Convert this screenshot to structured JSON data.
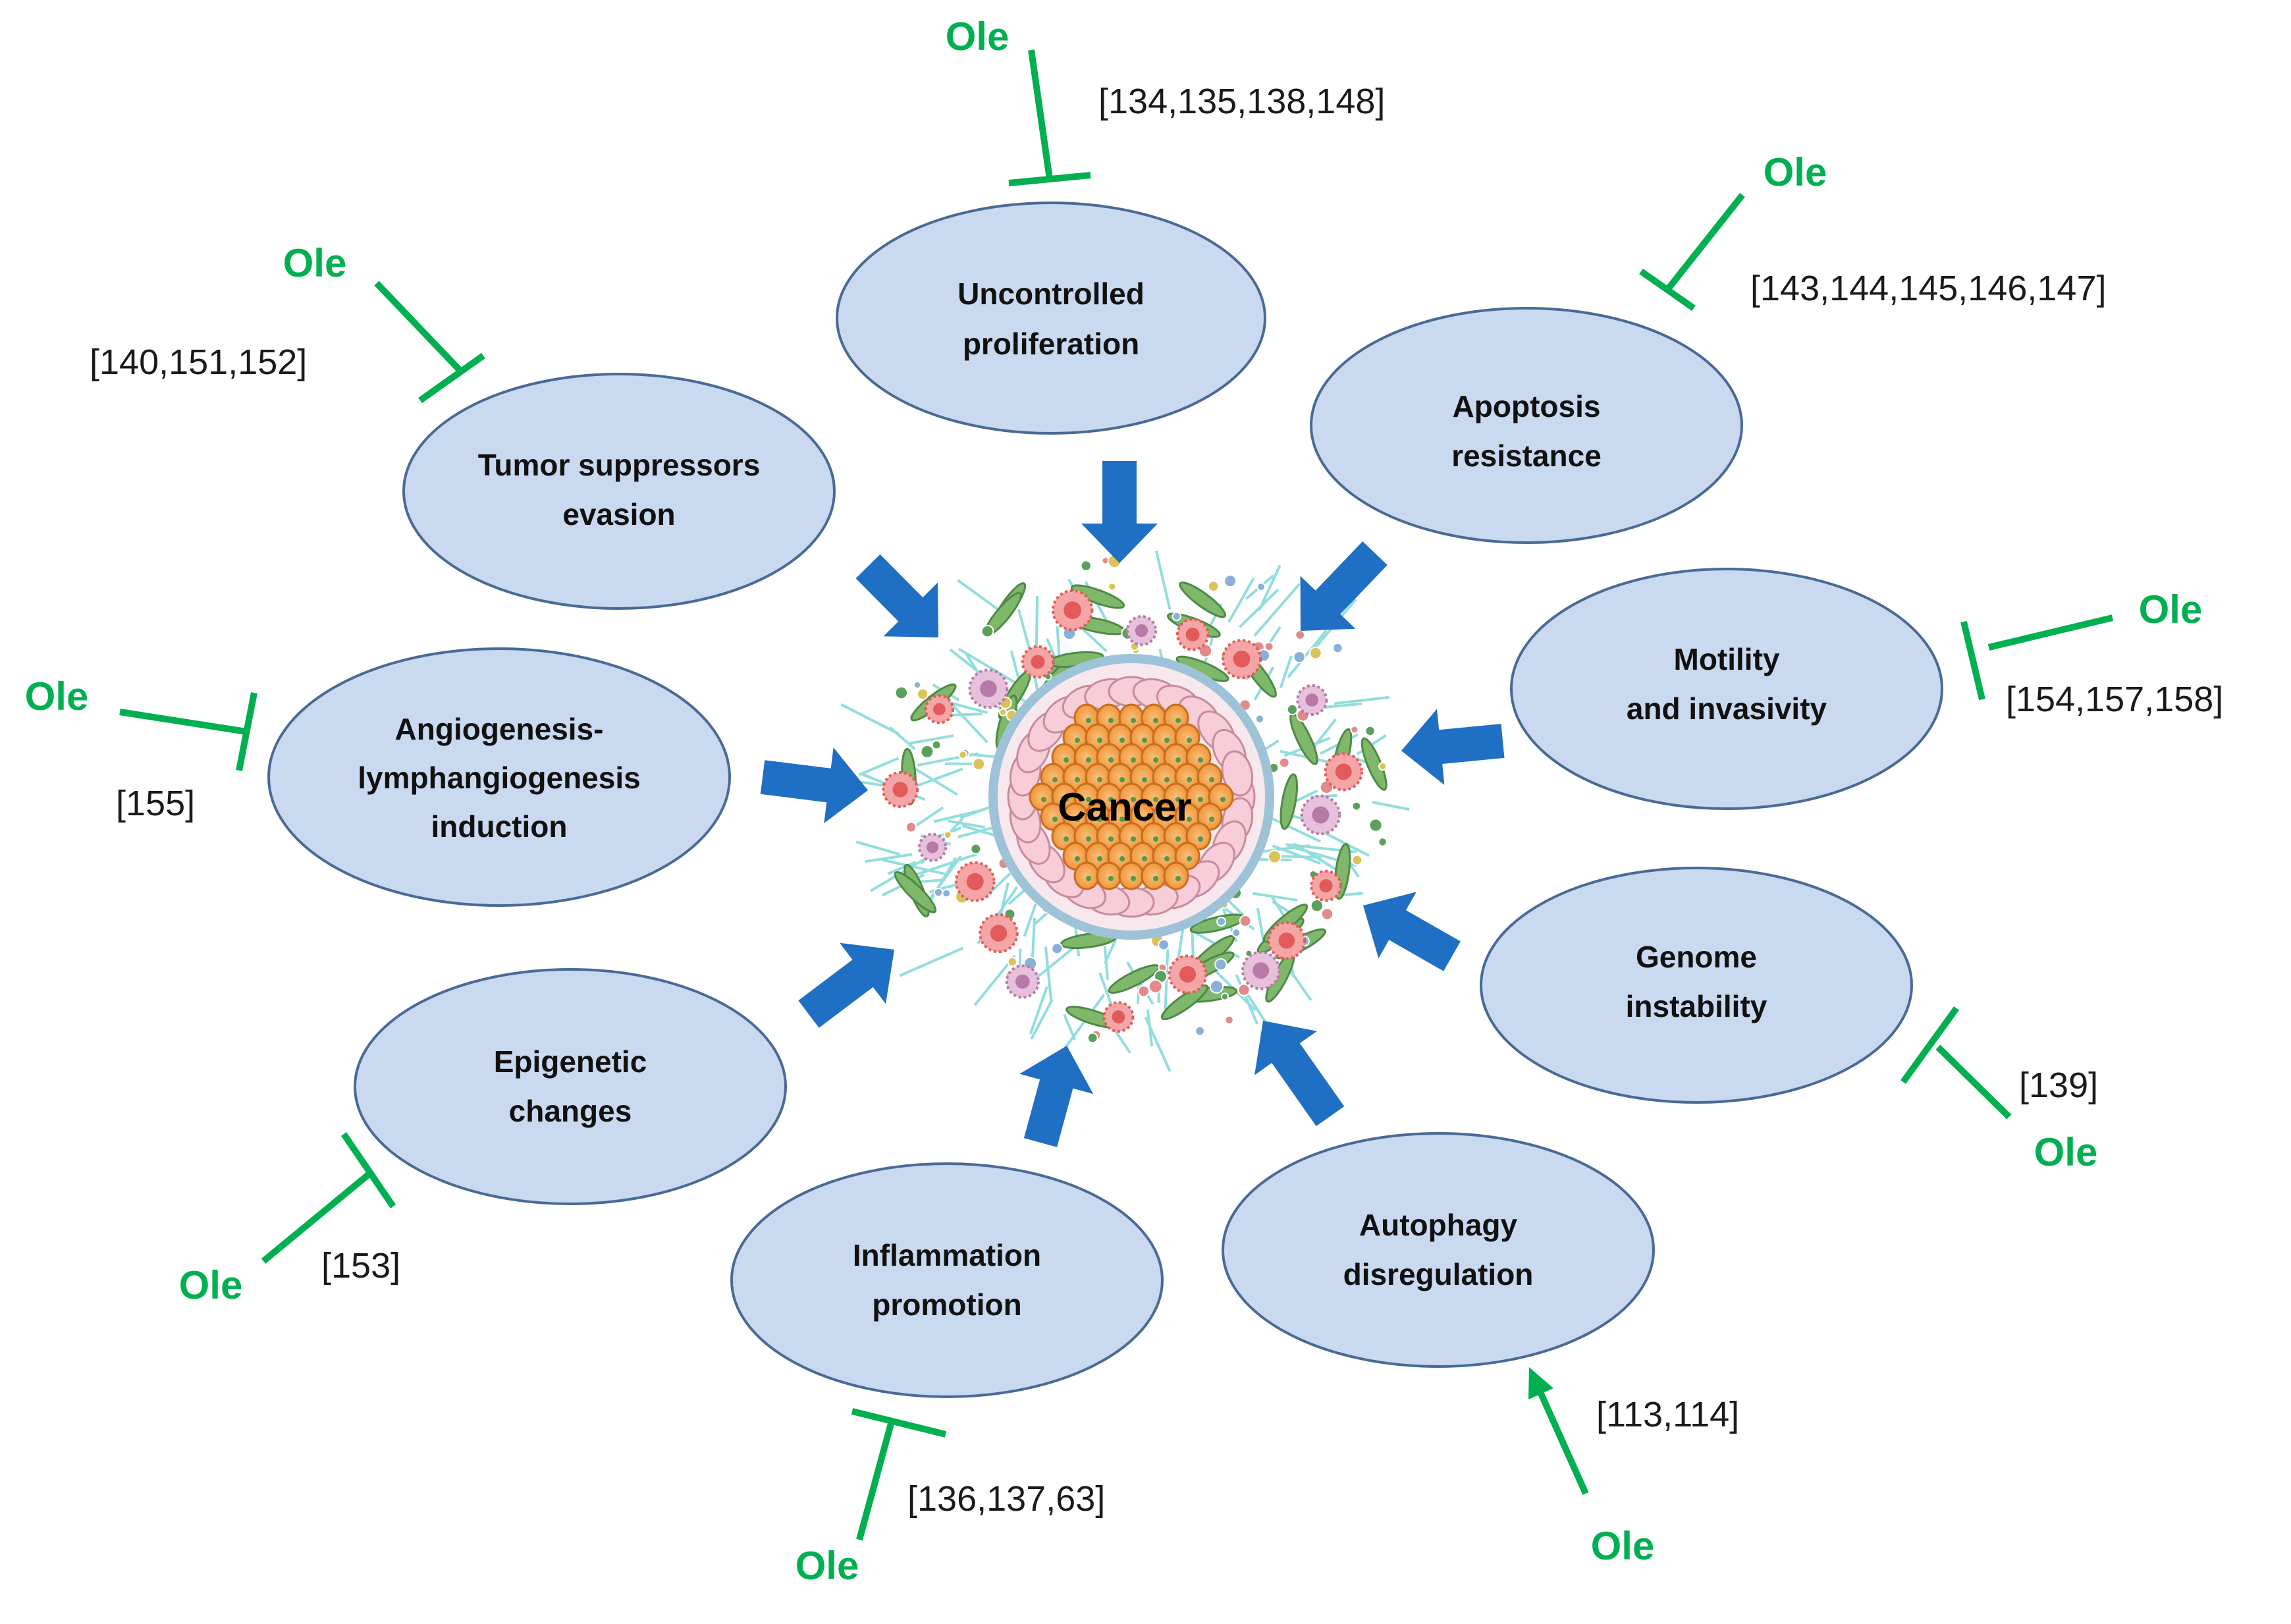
{
  "center": {
    "label": "Cancer"
  },
  "agent_label": "Ole",
  "colors": {
    "ellipse_fill": "#c9d9ef",
    "ellipse_stroke": "#4a6a96",
    "arrow_blue": "#1f6fc4",
    "green": "#00b050",
    "tumor_orange": "#f6ab58",
    "fibers": "#7fd8d8"
  },
  "hallmarks": [
    {
      "id": "uncontrolled-proliferation",
      "lines": [
        "Uncontrolled",
        "proliferation"
      ],
      "refs": "[134,135,138,148]",
      "effect": "inhibits"
    },
    {
      "id": "apoptosis-resistance",
      "lines": [
        "Apoptosis",
        "resistance"
      ],
      "refs": "[143,144,145,146,147]",
      "effect": "inhibits"
    },
    {
      "id": "motility-invasivity",
      "lines": [
        "Motility",
        "and invasivity"
      ],
      "refs": "[154,157,158]",
      "effect": "inhibits"
    },
    {
      "id": "genome-instability",
      "lines": [
        "Genome",
        "instability"
      ],
      "refs": "[139]",
      "effect": "inhibits"
    },
    {
      "id": "autophagy-disregulation",
      "lines": [
        "Autophagy",
        "disregulation"
      ],
      "refs": "[113,114]",
      "effect": "activates"
    },
    {
      "id": "inflammation-promotion",
      "lines": [
        "Inflammation",
        "promotion"
      ],
      "refs": "[136,137,63]",
      "effect": "inhibits"
    },
    {
      "id": "epigenetic-changes",
      "lines": [
        "Epigenetic",
        "changes"
      ],
      "refs": "[153]",
      "effect": "inhibits"
    },
    {
      "id": "angiogenesis-induction",
      "lines": [
        "Angiogenesis-",
        "lymphangiogenesis",
        "induction"
      ],
      "refs": "[155]",
      "effect": "inhibits"
    },
    {
      "id": "tumor-suppressors-evasion",
      "lines": [
        "Tumor suppressors",
        "evasion"
      ],
      "refs": "[140,151,152]",
      "effect": "inhibits"
    }
  ]
}
